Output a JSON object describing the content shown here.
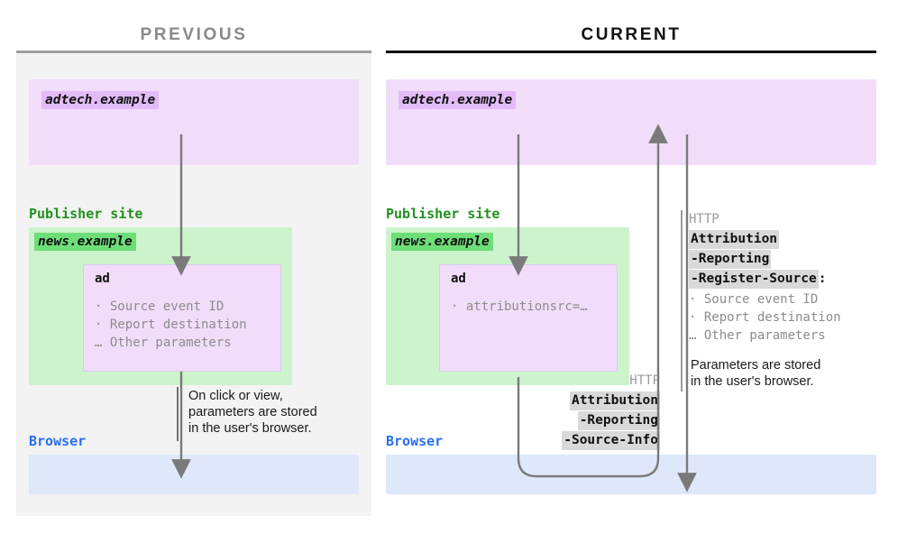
{
  "panels": {
    "previous": {
      "title": "PREVIOUS",
      "adtech_domain": "adtech.example",
      "publisher_label": "Publisher site",
      "publisher_domain": "news.example",
      "ad_title": "ad",
      "ad_params": "· Source event ID\n· Report destination\n… Other parameters",
      "browser_label": "Browser",
      "note": "On click or view,\nparameters are stored\nin the user's browser."
    },
    "current": {
      "title": "CURRENT",
      "adtech_domain": "adtech.example",
      "publisher_label": "Publisher site",
      "publisher_domain": "news.example",
      "ad_title": "ad",
      "ad_params": "· attributionsrc=…",
      "browser_label": "Browser",
      "note": "Parameters are stored\nin the user's browser.",
      "request_header": {
        "protocol": "HTTP",
        "lines": [
          "Attribution",
          "-Reporting",
          "-Source-Info"
        ]
      },
      "response_header": {
        "protocol": "HTTP",
        "lines": [
          "Attribution",
          "-Reporting",
          "-Register-Source"
        ],
        "colon": ":",
        "params": "· Source event ID\n· Report destination\n… Other parameters"
      }
    }
  },
  "colors": {
    "adtech_box": "#f1ddfa",
    "adtech_chip": "#e2bbf7",
    "publisher_box": "#cdf3cd",
    "publisher_chip": "#6ede79",
    "browser_box": "#dfe7fb",
    "panel_bg": "#f3f3f3",
    "arrow": "#6f6f6f",
    "header_chip": "#d9d9d9",
    "publisher_text": "#23901f",
    "browser_text": "#2b6ef0",
    "title_previous": "#8a8a8a",
    "title_current": "#111111"
  }
}
